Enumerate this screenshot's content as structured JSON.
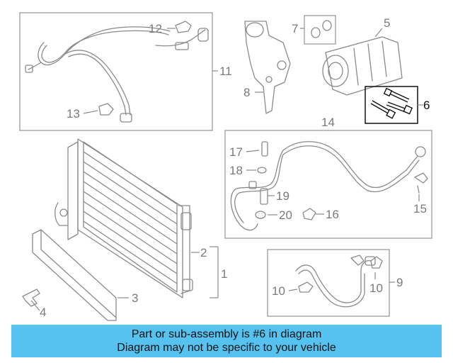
{
  "diagram": {
    "callouts": {
      "c1": "1",
      "c2": "2",
      "c3": "3",
      "c4": "4",
      "c5": "5",
      "c6": "6",
      "c7": "7",
      "c8": "8",
      "c9": "9",
      "c10a": "10",
      "c10b": "10",
      "c11": "11",
      "c12": "12",
      "c13": "13",
      "c14": "14",
      "c15": "15",
      "c16": "16",
      "c17": "17",
      "c18": "18",
      "c19": "19",
      "c20": "20"
    },
    "highlight_color": "#000000",
    "part_color": "#8a8a8a"
  },
  "banner": {
    "line1": "Part or sub-assembly is #6 in diagram",
    "line2": "Diagram may not be specific to your vehicle",
    "color": "#55c2ef"
  }
}
